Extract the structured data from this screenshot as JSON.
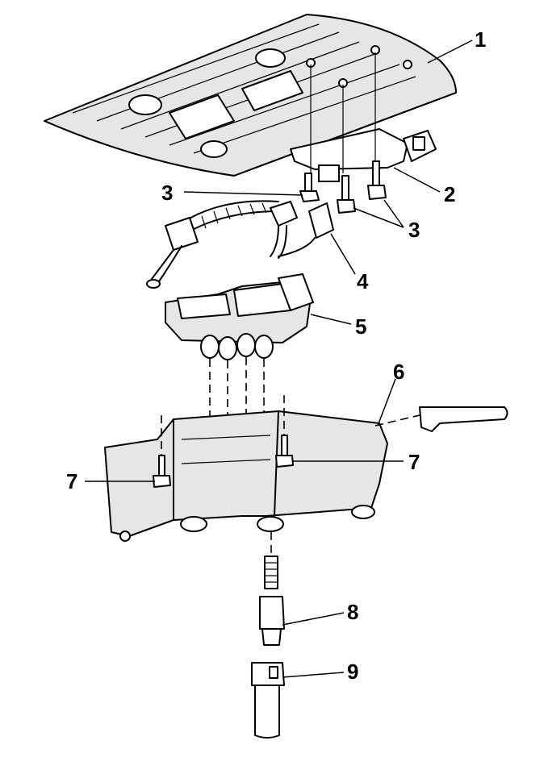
{
  "callouts": [
    {
      "id": "1",
      "label": "1"
    },
    {
      "id": "2",
      "label": "2"
    },
    {
      "id": "3a",
      "label": "3"
    },
    {
      "id": "3b",
      "label": "3"
    },
    {
      "id": "4",
      "label": "4"
    },
    {
      "id": "5",
      "label": "5"
    },
    {
      "id": "6",
      "label": "6"
    },
    {
      "id": "7a",
      "label": "7"
    },
    {
      "id": "7b",
      "label": "7"
    },
    {
      "id": "8",
      "label": "8"
    },
    {
      "id": "9",
      "label": "9"
    }
  ]
}
